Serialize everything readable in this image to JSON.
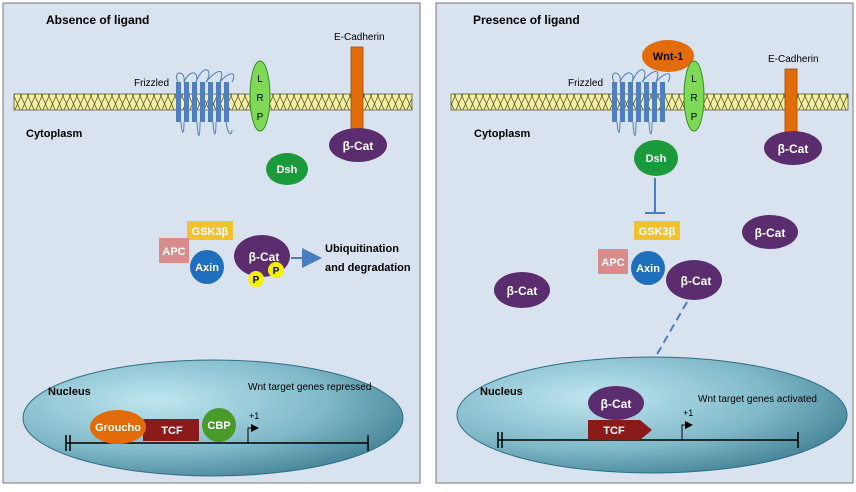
{
  "colors": {
    "panel_bg": "#d9e2ef",
    "panel_border": "#7a7a7a",
    "membrane_fill": "#f4f0a0",
    "membrane_line": "#5a5a3a",
    "frizzled": "#4f7fc0",
    "lrp": "#7ed957",
    "ecadherin": "#e36c0a",
    "bcat": "#5b2d6e",
    "dsh": "#1a9a3a",
    "gsk3b": "#f2c12e",
    "apc": "#d98c8c",
    "axin": "#1f6fbf",
    "phospho": "#f5f000",
    "groucho": "#e36c0a",
    "tcf": "#8b1a1a",
    "cbp": "#4a9a2a",
    "wnt": "#e36c0a",
    "nucleus_light": "#a9dbe8",
    "nucleus_dark": "#3f7f93",
    "arrow": "#4a7ec0"
  },
  "left": {
    "title": "Absence of ligand",
    "frizzled": "Frizzled",
    "lrp": [
      "L",
      "R",
      "P"
    ],
    "ecadherin": "E-Cadherin",
    "cytoplasm": "Cytoplasm",
    "bcat_membrane": "β-Cat",
    "dsh": "Dsh",
    "gsk3b": "GSK3β",
    "apc": "APC",
    "axin": "Axin",
    "bcat_complex": "β-Cat",
    "p1": "P",
    "p2": "P",
    "ubiq_line1": "Ubiquitination",
    "ubiq_line2": "and degradation",
    "nucleus": "Nucleus",
    "target": "Wnt target genes repressed",
    "groucho": "Groucho",
    "tcf": "TCF",
    "cbp": "CBP",
    "plus1": "+1"
  },
  "right": {
    "title": "Presence of ligand",
    "wnt": "Wnt-1",
    "frizzled": "Frizzled",
    "lrp": [
      "L",
      "R",
      "P"
    ],
    "ecadherin": "E-Cadherin",
    "cytoplasm": "Cytoplasm",
    "bcat_membrane": "β-Cat",
    "dsh": "Dsh",
    "gsk3b": "GSK3β",
    "apc": "APC",
    "axin": "Axin",
    "bcat_complex": "β-Cat",
    "bcat_free1": "β-Cat",
    "bcat_free2": "β-Cat",
    "nucleus": "Nucleus",
    "target": "Wnt target genes activated",
    "bcat_nucleus": "β-Cat",
    "tcf": "TCF",
    "plus1": "+1"
  }
}
